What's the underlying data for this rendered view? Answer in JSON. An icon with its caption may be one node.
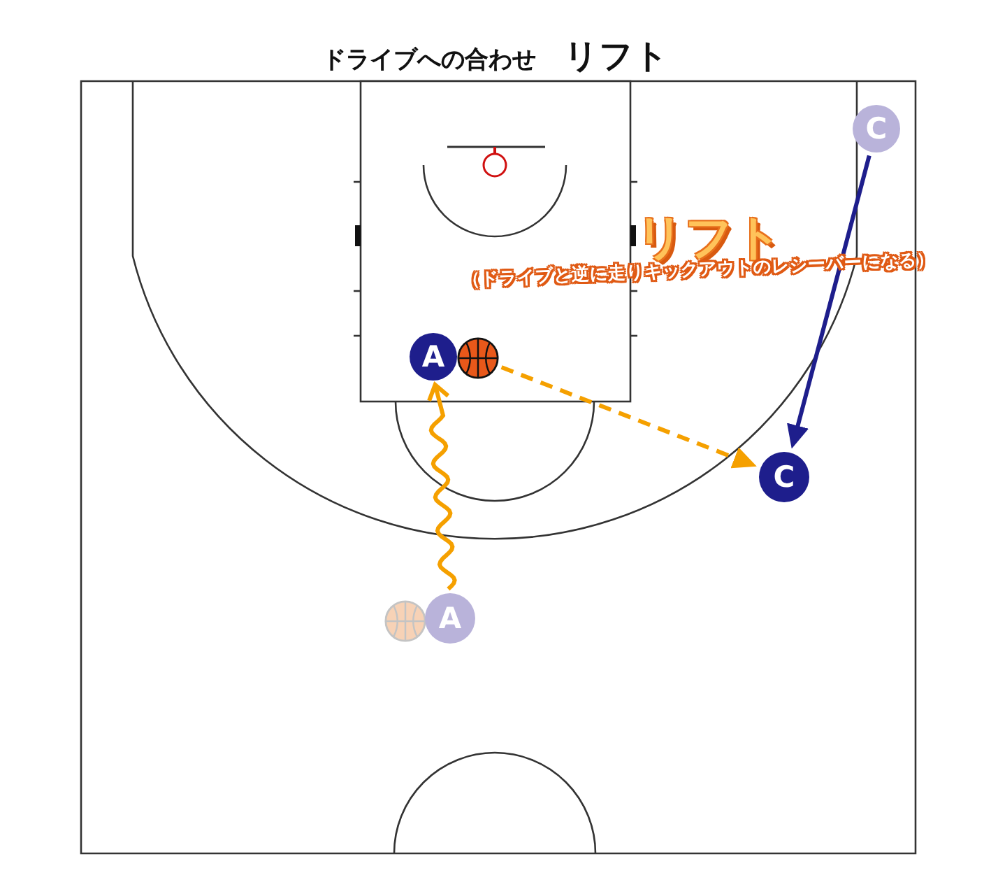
{
  "diagram": {
    "title": "ドライブへの合わせ **リフト**",
    "nodes": [
      {
        "text": [
          "C"
        ]
      },
      {
        "text": [
          "A"
        ]
      },
      {
        "text": [],
        "shape": "circle"
      },
      {
        "text": [
          "C"
        ]
      },
      {
        "text": [],
        "shape": "circle"
      },
      {
        "text": [
          "A"
        ]
      }
    ],
    "edges": [
      {
        "from": 0,
        "to": 3,
        "arrow": "to",
        "color": "#1e1e8c"
      },
      {
        "from": 5,
        "to": 1,
        "arrow": "to"
      },
      {
        "from": 2,
        "to": 3,
        "arrow": "to",
        "style": "dashed"
      }
    ],
    "labels": [
      "リフト",
      "（ドライブと逆に走りキックアウトのレシーバーになる）"
    ]
  }
}
